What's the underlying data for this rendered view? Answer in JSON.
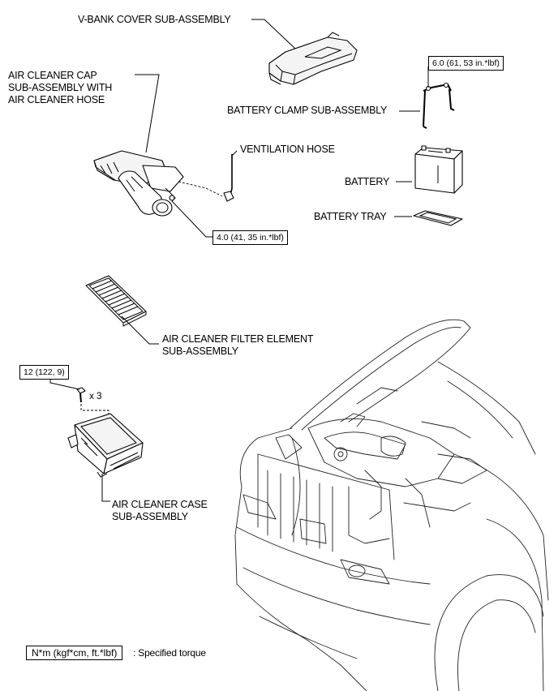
{
  "labels": {
    "vbank_cover": "V-BANK COVER SUB-ASSEMBLY",
    "air_cleaner_cap_line1": "AIR CLEANER CAP",
    "air_cleaner_cap_line2": "SUB-ASSEMBLY WITH",
    "air_cleaner_cap_line3": "AIR CLEANER HOSE",
    "battery_clamp": "BATTERY CLAMP SUB-ASSEMBLY",
    "ventilation_hose": "VENTILATION HOSE",
    "battery": "BATTERY",
    "battery_tray": "BATTERY TRAY",
    "filter_element_line1": "AIR CLEANER FILTER ELEMENT",
    "filter_element_line2": "SUB-ASSEMBLY",
    "case_line1": "AIR CLEANER CASE",
    "case_line2": "SUB-ASSEMBLY",
    "quantity": "x 3"
  },
  "torques": {
    "battery_clamp": "6.0 (61, 53 in.*lbf)",
    "hose_clamp": "4.0 (41, 35 in.*lbf)",
    "case_bolt": "12 (122, 9)"
  },
  "legend": {
    "unit": "N*m (kgf*cm, ft.*lbf)",
    "description": ": Specified torque"
  }
}
